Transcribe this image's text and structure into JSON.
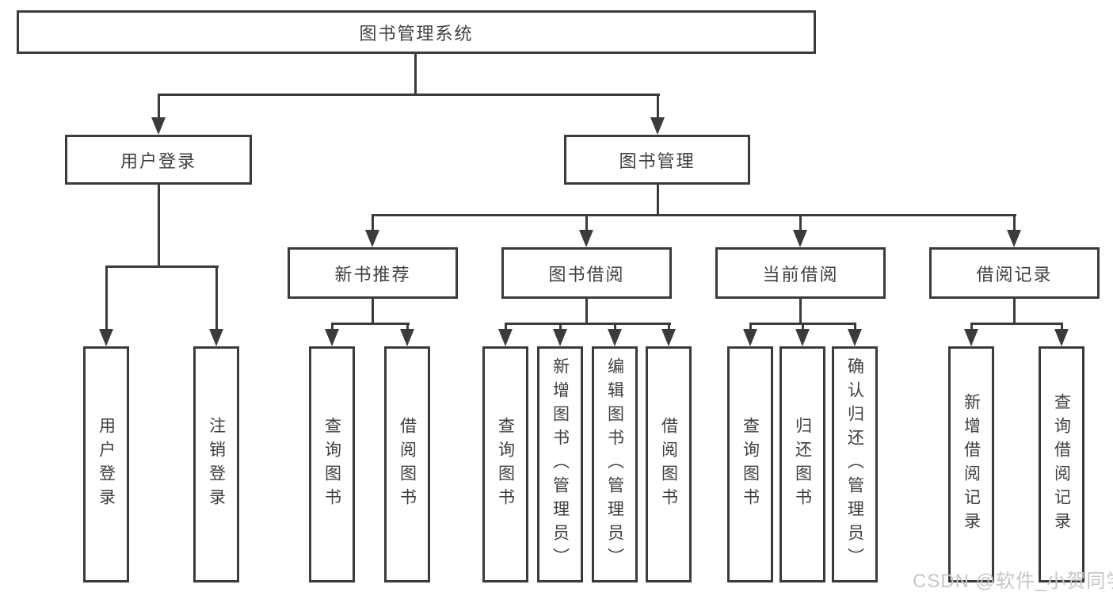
{
  "diagram": {
    "root": {
      "label": "图书管理系统"
    },
    "branches": [
      {
        "label": "用户登录",
        "children": [
          {
            "label": "用户登录"
          },
          {
            "label": "注销登录"
          }
        ]
      },
      {
        "label": "图书管理",
        "children": [
          {
            "label": "新书推荐",
            "children": [
              {
                "label": "查询图书"
              },
              {
                "label": "借阅图书"
              }
            ]
          },
          {
            "label": "图书借阅",
            "children": [
              {
                "label": "查询图书"
              },
              {
                "label": "新增图书（管理员）"
              },
              {
                "label": "编辑图书（管理员）"
              },
              {
                "label": "借阅图书"
              }
            ]
          },
          {
            "label": "当前借阅",
            "children": [
              {
                "label": "查询图书"
              },
              {
                "label": "归还图书"
              },
              {
                "label": "确认归还（管理员）"
              }
            ]
          },
          {
            "label": "借阅记录",
            "children": [
              {
                "label": "新增借阅记录"
              },
              {
                "label": "查询借阅记录"
              }
            ]
          }
        ]
      }
    ]
  },
  "watermark": {
    "text": "CSDN @软件_小贺同学"
  },
  "colors": {
    "line": "#3b3b3b",
    "text": "#3f3f3f",
    "watermark": "#c6c6c6",
    "background": "#ffffff"
  }
}
